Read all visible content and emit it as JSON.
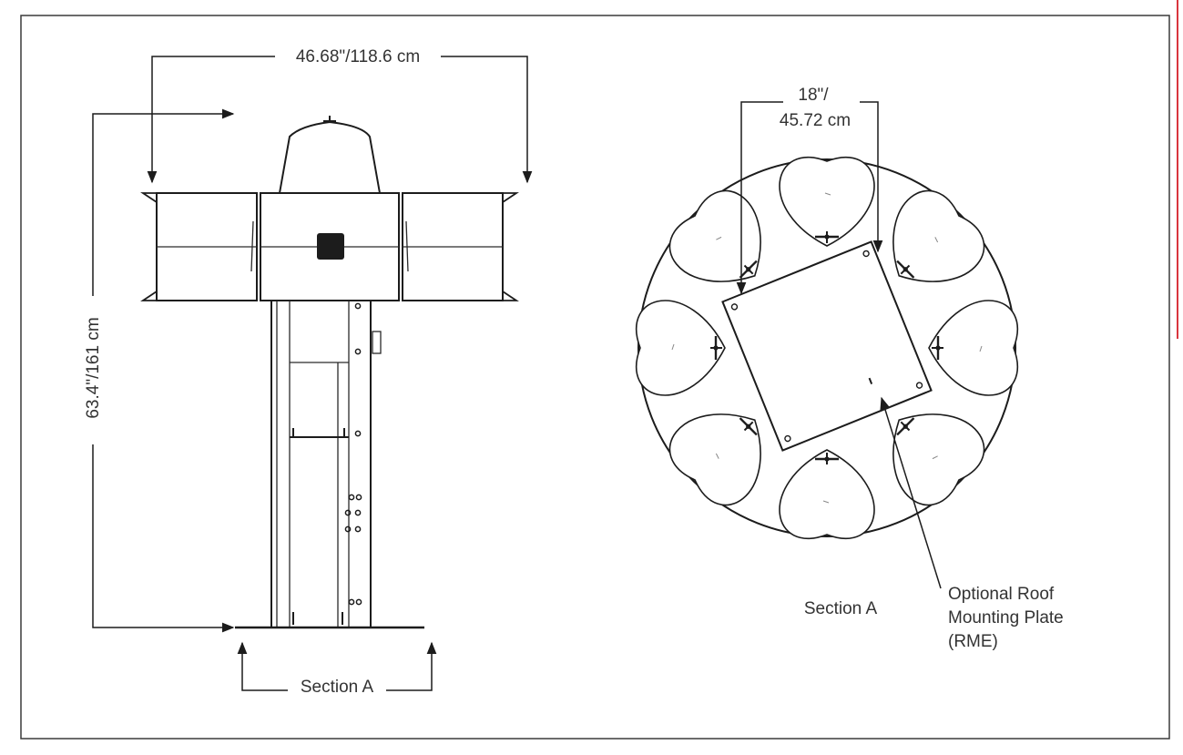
{
  "colors": {
    "line": "#1c1c1c",
    "text": "#333333",
    "accent": "#d9363e",
    "background": "#ffffff"
  },
  "dimensions": {
    "width": "46.68\"/118.6 cm",
    "height": "63.4\"/161 cm",
    "plate_line1": "18\"/",
    "plate_line2": "45.72 cm"
  },
  "section_labels": {
    "side_view": "Section A",
    "top_view": "Section A"
  },
  "callout": {
    "line1": "Optional Roof",
    "line2": "Mounting Plate",
    "line3": "(RME)"
  }
}
